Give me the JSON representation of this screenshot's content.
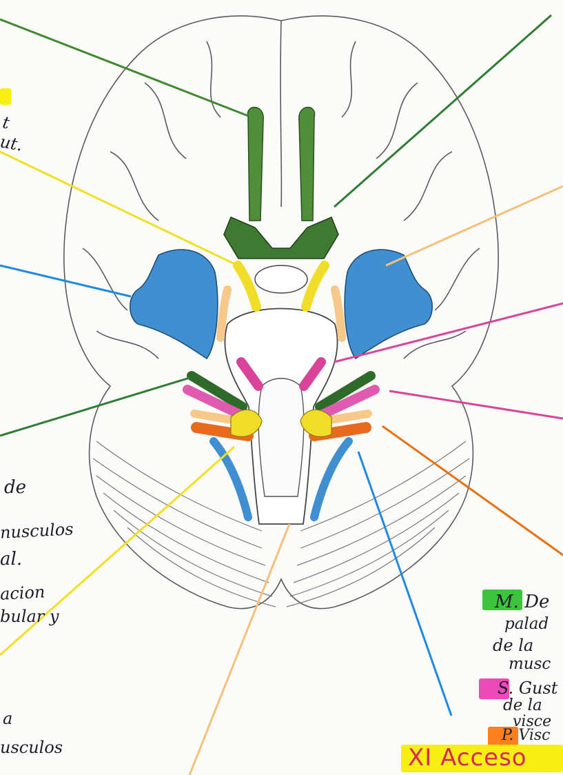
{
  "left_notes": {
    "top_fragment_1": "t",
    "top_fragment_2": "ut.",
    "fragment_de": "de",
    "fragment_musculos": "nusculos",
    "fragment_al": "al.",
    "fragment_acion": "acion",
    "fragment_bular": "bular y",
    "fragment_a": "a",
    "fragment_usculos": "usculos"
  },
  "legend": {
    "motor_line1": "M. De",
    "motor_line2": "palad",
    "motor_line3": "de la",
    "motor_line4": "musc",
    "sensory_line1": "S. Gust",
    "sensory_line2": "de la",
    "sensory_line3": "visce",
    "visceral_line1": "P. Visc"
  },
  "nerve_label": "XI Acceso",
  "colors": {
    "olfactory_green": "#4f8f3a",
    "optic_green": "#3f7a32",
    "yellow": "#f2dc2a",
    "light_orange": "#f6c98a",
    "blue": "#3f8fd1",
    "magenta": "#d9439a",
    "orange": "#e86a1c",
    "pointer_green": "#2e7d32",
    "pointer_blue": "#1e88e5",
    "pointer_orange": "#e8700f",
    "highlight_green": "#3cc43c",
    "highlight_pink": "#ee48b9",
    "highlight_orange": "#ff7f1f",
    "highlight_yellow": "#f7ef12"
  }
}
